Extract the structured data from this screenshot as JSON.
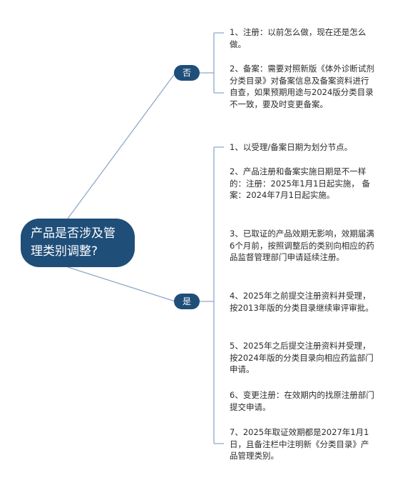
{
  "colors": {
    "node": "#1f4e79",
    "line": "#8fa9c8",
    "text": "#2b2b2b"
  },
  "root": {
    "label": "产品是否涉及管理类别调整?"
  },
  "branches": [
    {
      "label": "否",
      "items": [
        "1、注册：以前怎么做，现在还是怎么做。",
        "2、备案：需要对照新版《体外诊断试剂分类目录》对备案信息及备案资料进行自查，如果预期用途与2024版分类目录不一致，要及时变更备案。"
      ]
    },
    {
      "label": "是",
      "items": [
        "1、以受理/备案日期为划分节点。",
        "2、产品注册和备案实施日期是不一样的：注册：2025年1月1日起实施， 备案：2024年7月1日起实施。",
        "3、已取证的产品效期无影响，效期届满6个月前，按照调整后的类别向相应的药品监督管理部门申请延续注册。",
        "4、2025年之前提交注册资料并受理，按2013年版的分类目录继续审评审批。",
        "5、2025年之后提交注册资料并受理，按2024年版的分类目录向相应药监部门申请。",
        "6、变更注册：在效期内的找原注册部门提交申请。",
        "7、2025年取证效期都是2027年1月1日，且备注栏中注明新《分类目录》产品管理类别。"
      ]
    }
  ]
}
